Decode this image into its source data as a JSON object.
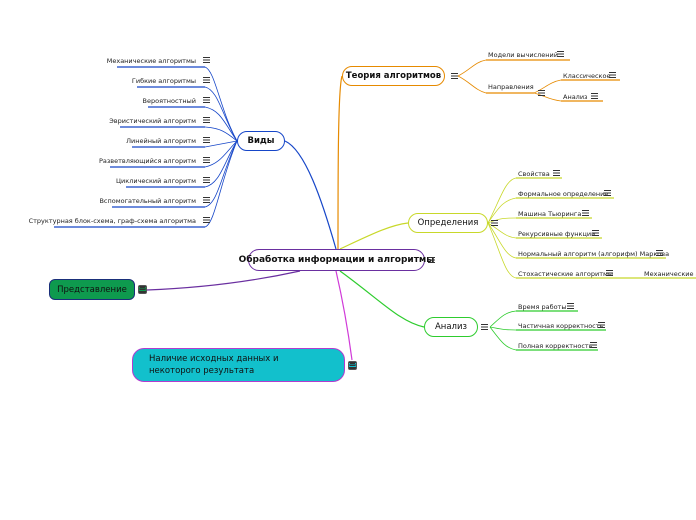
{
  "root": {
    "label": "Обработка информации и алгоритмы"
  },
  "types": {
    "label": "Виды",
    "items": [
      "Механические алгоритмы",
      "Гибкие алгоритмы",
      "Вероятностный",
      "Эвристический алгоритм",
      "Линейный алгоритм",
      "Разветвляющийся алгоритм",
      "Циклический алгоритм",
      "Вспомогательный алгоритм",
      "Структурная блок-схема, граф-схема алгоритма"
    ]
  },
  "theory": {
    "label": "Теория алгоритмов",
    "models": "Модели вычислений",
    "directions": {
      "label": "Направления",
      "items": [
        "Классическое",
        "Анализ"
      ]
    }
  },
  "definitions": {
    "label": "Определения",
    "items": [
      "Свойства",
      "Формальное определение",
      "Машина Тьюринга",
      "Рекурсивные функции",
      "Нормальный алгоритм (алгорифм) Маркова",
      "Стохастические алгоритмы"
    ],
    "stochastic_child": "Механические ал"
  },
  "analysis": {
    "label": "Анализ",
    "items": [
      "Время работы",
      "Частичная корректность",
      "Полная корректность"
    ]
  },
  "representation": {
    "label": "Представление"
  },
  "input": {
    "label": "Наличие исходных данных и некоторого результата"
  },
  "colors": {
    "types": "#1646c8",
    "theory": "#e68a00",
    "definitions": "#c8d82a",
    "analysis": "#2ecc2e",
    "representation": "#6a2fa0",
    "input": "#d03ad8"
  }
}
